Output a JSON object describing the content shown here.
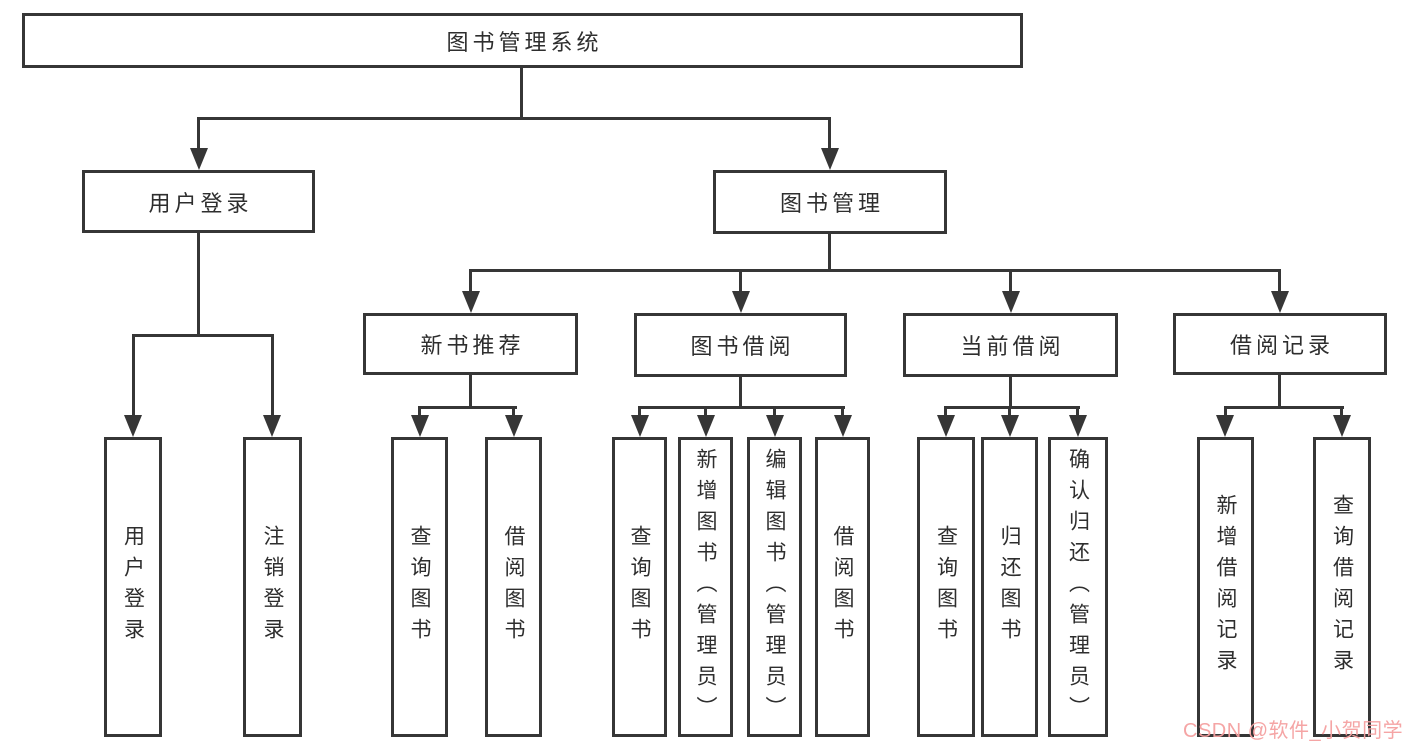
{
  "diagram": {
    "root": {
      "label": "图书管理系统"
    },
    "level2": [
      {
        "label": "用户登录"
      },
      {
        "label": "图书管理"
      }
    ],
    "level3": [
      {
        "label": "新书推荐"
      },
      {
        "label": "图书借阅"
      },
      {
        "label": "当前借阅"
      },
      {
        "label": "借阅记录"
      }
    ],
    "leaves": {
      "user_login": [
        {
          "label": "用户登录"
        },
        {
          "label": "注销登录"
        }
      ],
      "new_book_recommend": [
        {
          "label": "查询图书"
        },
        {
          "label": "借阅图书"
        }
      ],
      "book_borrow": [
        {
          "label": "查询图书"
        },
        {
          "label": "新增图书（管理员）"
        },
        {
          "label": "编辑图书（管理员）"
        },
        {
          "label": "借阅图书"
        }
      ],
      "current_borrow": [
        {
          "label": "查询图书"
        },
        {
          "label": "归还图书"
        },
        {
          "label": "确认归还（管理员）"
        }
      ],
      "borrow_records": [
        {
          "label": "新增借阅记录"
        },
        {
          "label": "查询借阅记录"
        }
      ]
    },
    "colors": {
      "line": "#363636",
      "text": "#2e2e2e",
      "box_background": "#ffffff",
      "page_background": "#ffffff"
    }
  },
  "watermark": {
    "text": "CSDN @软件_小贺同学",
    "color": "#f4a0a0"
  }
}
